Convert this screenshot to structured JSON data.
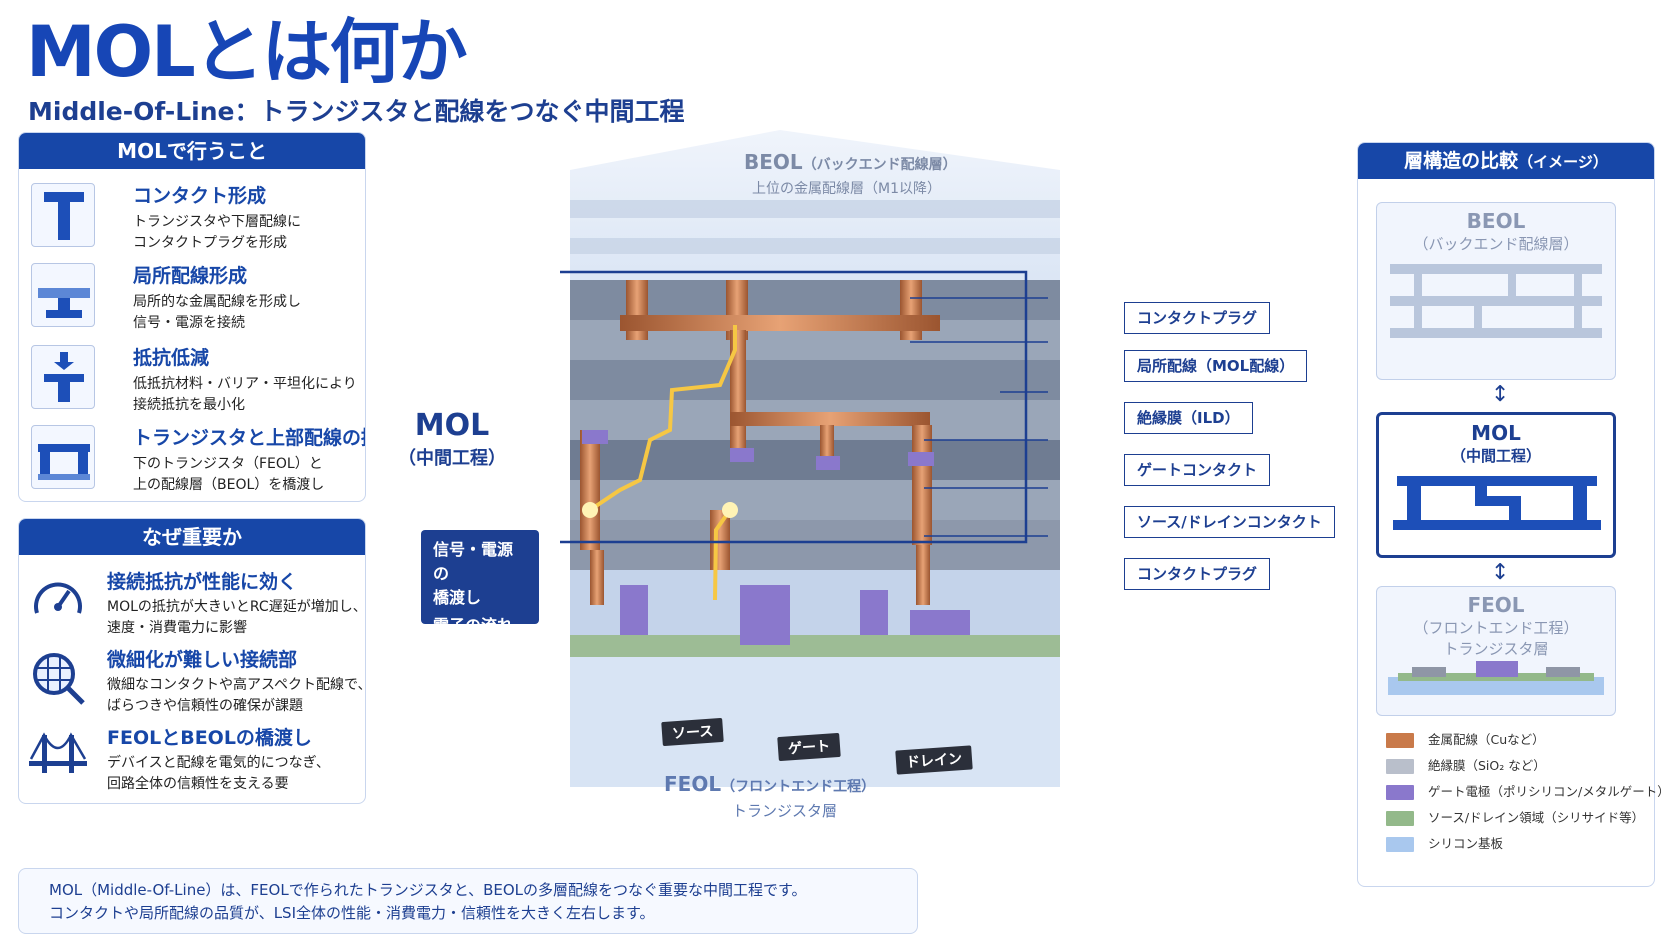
{
  "header": {
    "title": "MOLとは何か",
    "subtitle": "Middle-Of-Line：トランジスタと配線をつなぐ中間工程"
  },
  "left_panel": {
    "heading": "MOLで行うこと",
    "items": [
      {
        "title": "コンタクト形成",
        "desc1": "トランジスタや下層配線に",
        "desc2": "コンタクトプラグを形成",
        "icon": "contact-icon"
      },
      {
        "title": "局所配線形成",
        "desc1": "局所的な金属配線を形成し",
        "desc2": "信号・電源を接続",
        "icon": "local-wiring-icon"
      },
      {
        "title": "抵抗低減",
        "desc1": "低抵抗材料・バリア・平坦化により",
        "desc2": "接続抵抗を最小化",
        "icon": "resistance-icon"
      },
      {
        "title": "トランジスタと上部配線の接続",
        "desc1": "下のトランジスタ（FEOL）と",
        "desc2": "上の配線層（BEOL）を橋渡し",
        "icon": "bridge-connection-icon"
      }
    ]
  },
  "why_panel": {
    "heading": "なぜ重要か",
    "items": [
      {
        "title": "接続抵抗が性能に効く",
        "desc1": "MOLの抵抗が大きいとRC遅延が増加し、",
        "desc2": "速度・消費電力に影響",
        "icon": "gauge-icon"
      },
      {
        "title": "微細化が難しい接続部",
        "desc1": "微細なコンタクトや高アスペクト配線で、",
        "desc2": "ばらつきや信頼性の確保が課題",
        "icon": "magnifier-grid-icon"
      },
      {
        "title": "FEOLとBEOLの橋渡し",
        "desc1": "デバイスと配線を電気的につなぎ、",
        "desc2": "回路全体の信頼性を支える要",
        "icon": "bridge-icon"
      }
    ]
  },
  "summary": {
    "line1": "MOL（Middle-Of-Line）は、FEOLで作られたトランジスタと、BEOLの多層配線をつなぐ重要な中間工程です。",
    "line2": "コンタクトや局所配線の品質が、LSI全体の性能・消費電力・信頼性を大きく左右します。"
  },
  "diagram": {
    "beol_title": "BEOL",
    "beol_paren": "（バックエンド配線層）",
    "beol_sub": "上位の金属配線層（M1以降）",
    "mol_title": "MOL",
    "mol_sub": "（中間工程）",
    "flow_line1": "信号・電源の",
    "flow_line2": "橋渡し",
    "flow_line3": "電子の流れ",
    "feol_title": "FEOL",
    "feol_paren": "（フロントエンド工程）",
    "feol_sub": "トランジスタ層",
    "tag_source": "ソース",
    "tag_gate": "ゲート",
    "tag_drain": "ドレイン",
    "callouts": [
      "コンタクトプラグ",
      "局所配線（MOL配線）",
      "絶縁膜（ILD）",
      "ゲートコンタクト",
      "ソース/ドレインコンタクト",
      "コンタクトプラグ"
    ]
  },
  "right_panel": {
    "heading": "層構造の比較",
    "heading_sub": "（イメージ）",
    "beol_title": "BEOL",
    "beol_sub": "（バックエンド配線層）",
    "mol_title": "MOL",
    "mol_sub": "（中間工程）",
    "feol_title": "FEOL",
    "feol_sub1": "（フロントエンド工程）",
    "feol_sub2": "トランジスタ層"
  },
  "legend": [
    {
      "label": "金属配線（Cuなど）",
      "color": "#c97a4a"
    },
    {
      "label": "絶縁膜（SiO₂ など）",
      "color": "#b9bfcb"
    },
    {
      "label": "ゲート電極（ポリシリコン/メタルゲート）",
      "color": "#8a78cc"
    },
    {
      "label": "ソース/ドレイン領域（シリサイド等）",
      "color": "#93b98a"
    },
    {
      "label": "シリコン基板",
      "color": "#a9c8ee"
    }
  ],
  "colors": {
    "accent": "#1747a8",
    "copper": "#c97a4a",
    "glow": "#f6c744"
  }
}
